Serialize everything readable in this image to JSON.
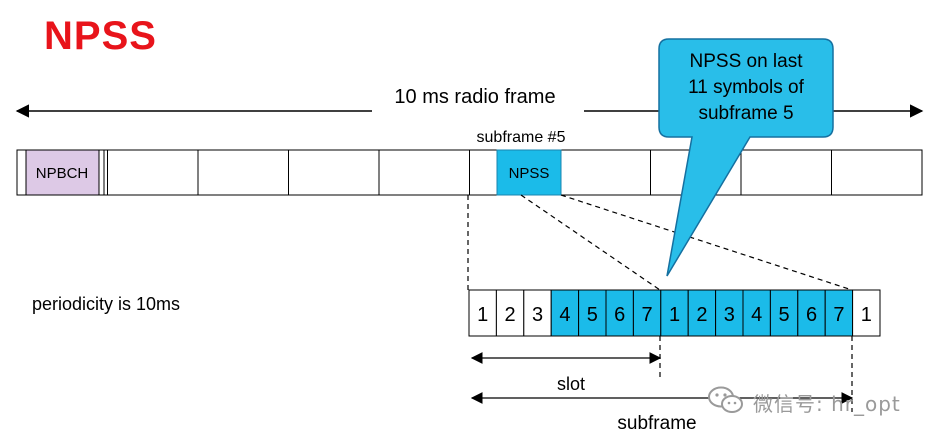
{
  "title": "NPSS",
  "frame_label": "10 ms radio frame",
  "subframe5_label": "subframe #5",
  "npbch_label": "NPBCH",
  "npss_label": "NPSS",
  "callout_text": [
    "NPSS on last",
    "11 symbols of",
    "subframe 5"
  ],
  "periodicity_text": "periodicity is 10ms",
  "slot_label": "slot",
  "subframe_label": "subframe",
  "symbols": [
    "1",
    "2",
    "3",
    "4",
    "5",
    "6",
    "7",
    "1",
    "2",
    "3",
    "4",
    "5",
    "6",
    "7",
    "1"
  ],
  "npss_symbol_count": 11,
  "subframe_count": 10,
  "watermark": "微信号: hr_opt",
  "colors": {
    "title": "#e8141b",
    "npss_fill": "#1bbbe9",
    "npbch_fill": "#ddc9e6",
    "callout_fill": "#29bee9",
    "watermark": "#9a9a9a"
  }
}
